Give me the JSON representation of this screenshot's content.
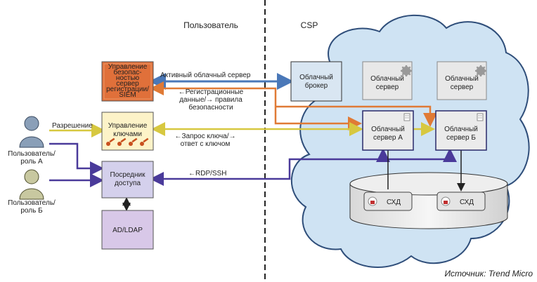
{
  "header": {
    "user_zone": "Пользователь",
    "csp_zone": "CSP"
  },
  "boxes": {
    "siem": [
      "Управление",
      "безопас-",
      "ностью",
      "сервер",
      "регистрации/",
      "SIEM"
    ],
    "key_mgmt": [
      "Управление",
      "ключами"
    ],
    "access_broker": [
      "Посредник",
      "доступа"
    ],
    "ad_ldap": "AD/LDAP",
    "cloud_broker": [
      "Облачный",
      "брокер"
    ],
    "cloud_server_1": [
      "Облачный",
      "сервер"
    ],
    "cloud_server_2": [
      "Облачный",
      "сервер"
    ],
    "cloud_server_a": [
      "Облачный",
      "сервер А"
    ],
    "cloud_server_b": [
      "Облачный",
      "сервер Б"
    ],
    "storage_1": "СХД",
    "storage_2": "СХД"
  },
  "users": {
    "a": [
      "Пользователь/",
      "роль А"
    ],
    "b": [
      "Пользователь/",
      "роль Б"
    ]
  },
  "arrows": {
    "permission": "Разрешение",
    "active_server": "Активный облачный сервер",
    "registration": [
      "←Регистрационные",
      "данные/→ правила",
      "безопасности"
    ],
    "key_request": [
      "←Запрос ключа/→",
      "ответ с ключом"
    ],
    "rdp": "←RDP/SSH"
  },
  "source": "Источник: Trend Micro",
  "colors": {
    "siem_fill": "#e0703a",
    "key_fill": "#fdf3c8",
    "broker_fill": "#d4d0ec",
    "ad_fill": "#d8c8e8",
    "cloud_fill": "#cfe3f3",
    "cloud_box_fill": "#e8e8e8",
    "blue_arrow": "#4a78b8",
    "orange_arrow": "#e07a35",
    "yellow_arrow": "#e5e070",
    "purple_arrow": "#4a3a9a"
  }
}
